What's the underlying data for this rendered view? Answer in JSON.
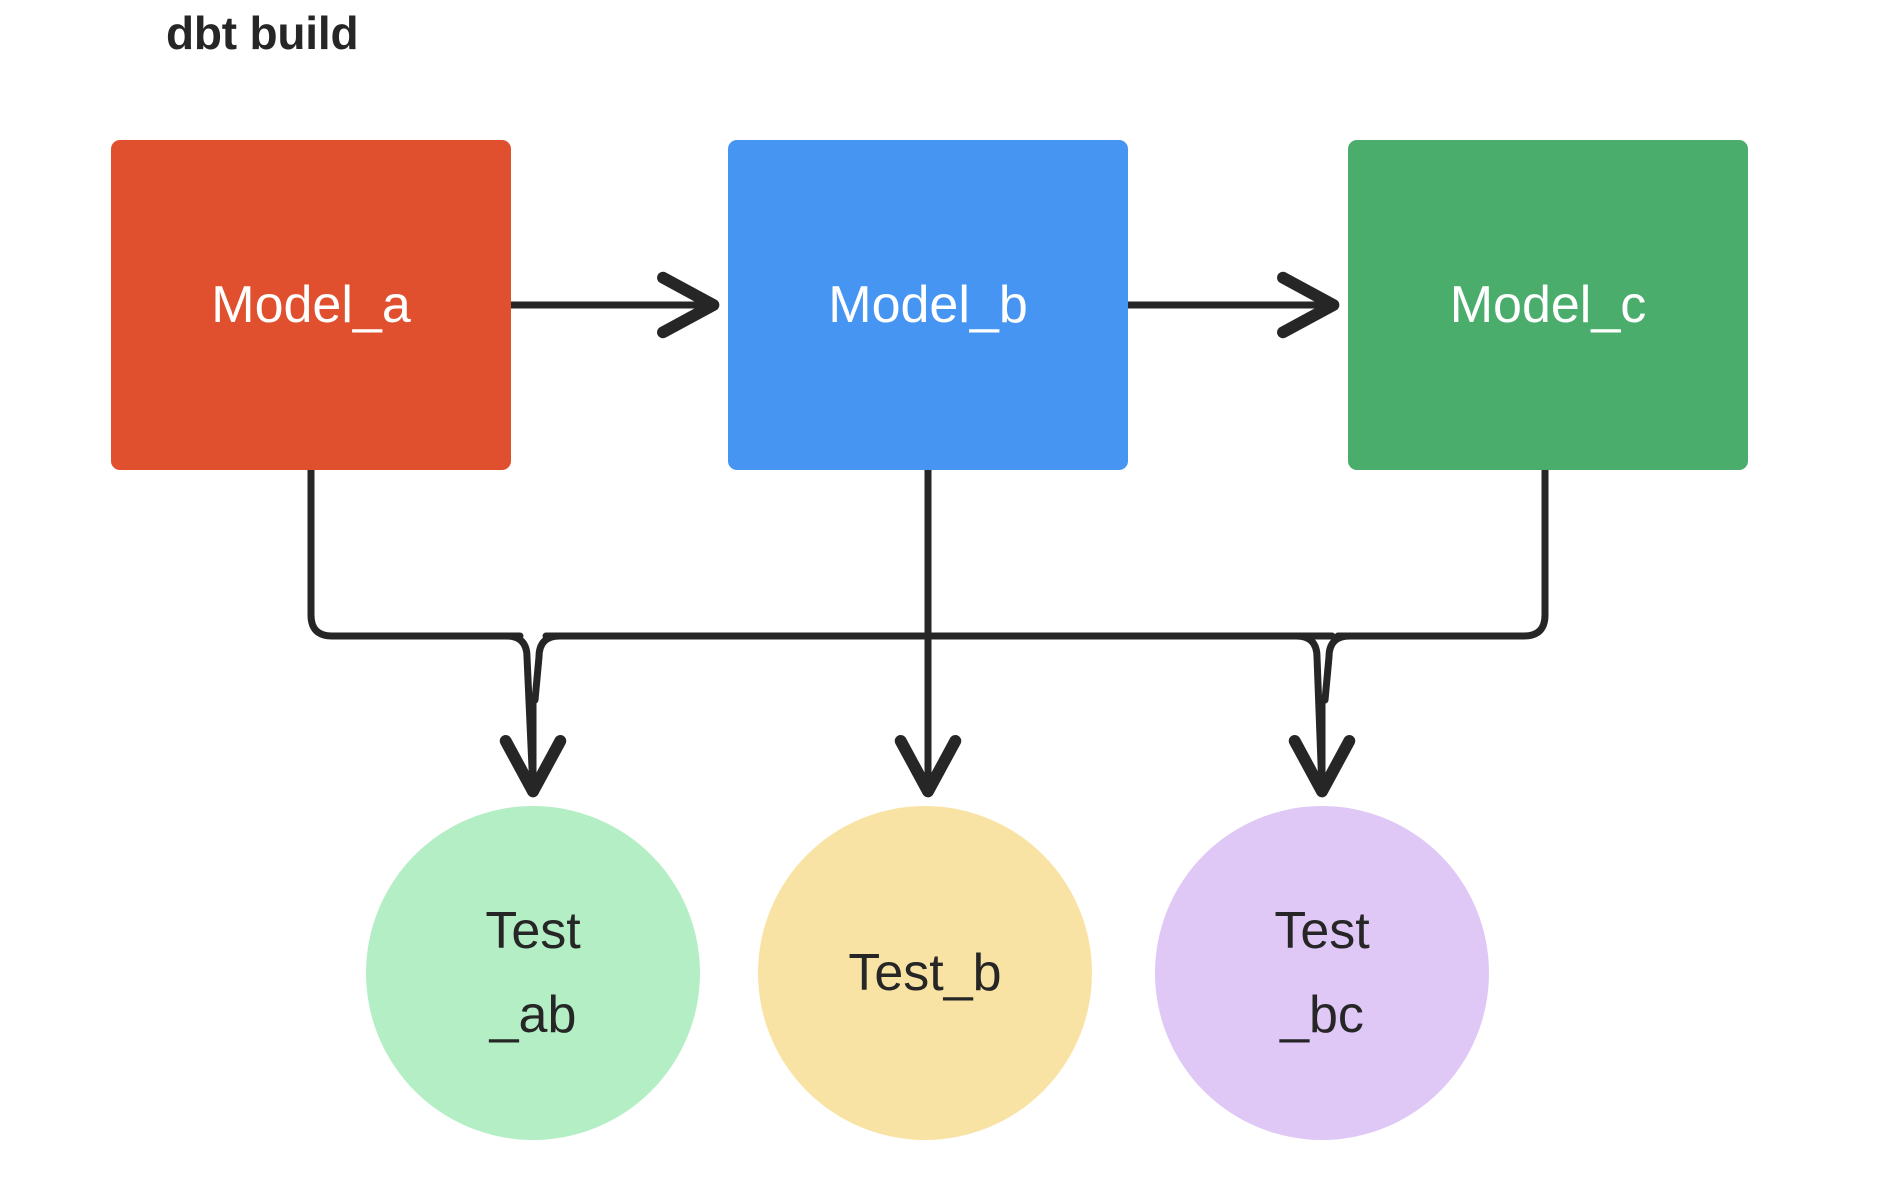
{
  "diagram": {
    "title": "dbt build",
    "type": "dag",
    "background": "#ffffff",
    "edge_color": "#262626",
    "models": [
      {
        "id": "model_a",
        "label": "Model_a",
        "color": "#E0502F",
        "shape": "rounded-rect"
      },
      {
        "id": "model_b",
        "label": "Model_b",
        "color": "#4695F2",
        "shape": "rounded-rect"
      },
      {
        "id": "model_c",
        "label": "Model_c",
        "color": "#4AAD6C",
        "shape": "rounded-rect"
      }
    ],
    "tests": [
      {
        "id": "test_ab",
        "label_line1": "Test",
        "label_line2": "_ab",
        "color": "#B3EEC4",
        "shape": "circle"
      },
      {
        "id": "test_b",
        "label_line1": "Test_b",
        "label_line2": "",
        "color": "#F9E3A4",
        "shape": "circle"
      },
      {
        "id": "test_bc",
        "label_line1": "Test",
        "label_line2": "_bc",
        "color": "#DFC8F6",
        "shape": "circle"
      }
    ],
    "edges": [
      {
        "from": "model_a",
        "to": "model_b",
        "style": "straight-arrow"
      },
      {
        "from": "model_b",
        "to": "model_c",
        "style": "straight-arrow"
      },
      {
        "from": "model_a",
        "to": "test_ab",
        "style": "elbow-arrow"
      },
      {
        "from": "model_b",
        "to": "test_b",
        "style": "straight-arrow"
      },
      {
        "from": "model_b",
        "to": "test_ab",
        "style": "elbow-arrow"
      },
      {
        "from": "model_b",
        "to": "test_bc",
        "style": "elbow-arrow"
      },
      {
        "from": "model_c",
        "to": "test_bc",
        "style": "elbow-arrow"
      }
    ]
  }
}
